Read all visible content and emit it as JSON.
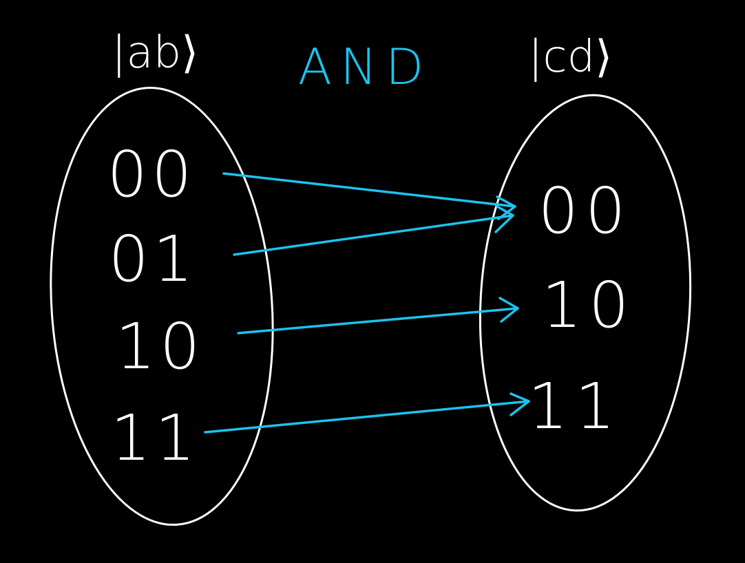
{
  "diagram": {
    "left_set_label": "|ab⟩",
    "right_set_label": "|cd⟩",
    "gate_label": "AND",
    "left_items": [
      "00",
      "01",
      "10",
      "11"
    ],
    "right_items": [
      "00",
      "10",
      "11"
    ],
    "mappings": [
      {
        "from": "00",
        "to": "00"
      },
      {
        "from": "01",
        "to": "00"
      },
      {
        "from": "10",
        "to": "10"
      },
      {
        "from": "11",
        "to": "11"
      }
    ]
  },
  "colors": {
    "background": "#000000",
    "ink": "#ffffff",
    "accent": "#1cc3ee"
  }
}
